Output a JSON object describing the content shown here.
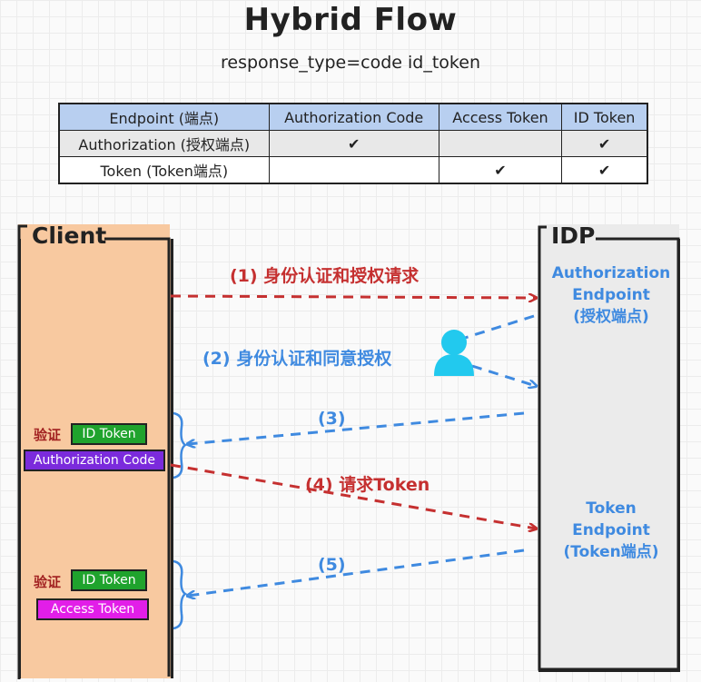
{
  "title": "Hybrid Flow",
  "subtitle": "response_type=code id_token",
  "table": {
    "headers": [
      "Endpoint (端点)",
      "Authorization Code",
      "Access Token",
      "ID Token"
    ],
    "rows": [
      {
        "endpoint": "Authorization (授权端点)",
        "authorization_code": "✔",
        "access_token": "",
        "id_token": "✔"
      },
      {
        "endpoint": "Token (Token端点)",
        "authorization_code": "",
        "access_token": "✔",
        "id_token": "✔"
      }
    ]
  },
  "lanes": {
    "client": "Client",
    "idp": "IDP"
  },
  "endpoints": {
    "authorization": [
      "Authorization",
      "Endpoint",
      "(授权端点)"
    ],
    "token": [
      "Token",
      "Endpoint",
      "(Token端点)"
    ]
  },
  "steps": {
    "step1": "(1) 身份认证和授权请求",
    "step2": "(2) 身份认证和同意授权",
    "step3": "(3)",
    "step4": "(4) 请求Token",
    "step5": "(5)"
  },
  "client_items": {
    "verify_1": "验证",
    "id_token_1": "ID Token",
    "authorization_code": "Authorization Code",
    "verify_2": "验证",
    "id_token_2": "ID Token",
    "access_token": "Access Token"
  },
  "icons": {
    "user": "user-icon"
  },
  "colors": {
    "red_flow": "#c53030",
    "blue_flow": "#3f8ae0",
    "client_lane": "#f8c9a0",
    "idp_lane": "#ebebeb",
    "table_header": "#b8cff0",
    "id_token_badge": "#1fa32d",
    "authorization_code_badge": "#7b2bdc",
    "access_token_badge": "#e21ee8",
    "user_icon": "#22c9ee"
  }
}
